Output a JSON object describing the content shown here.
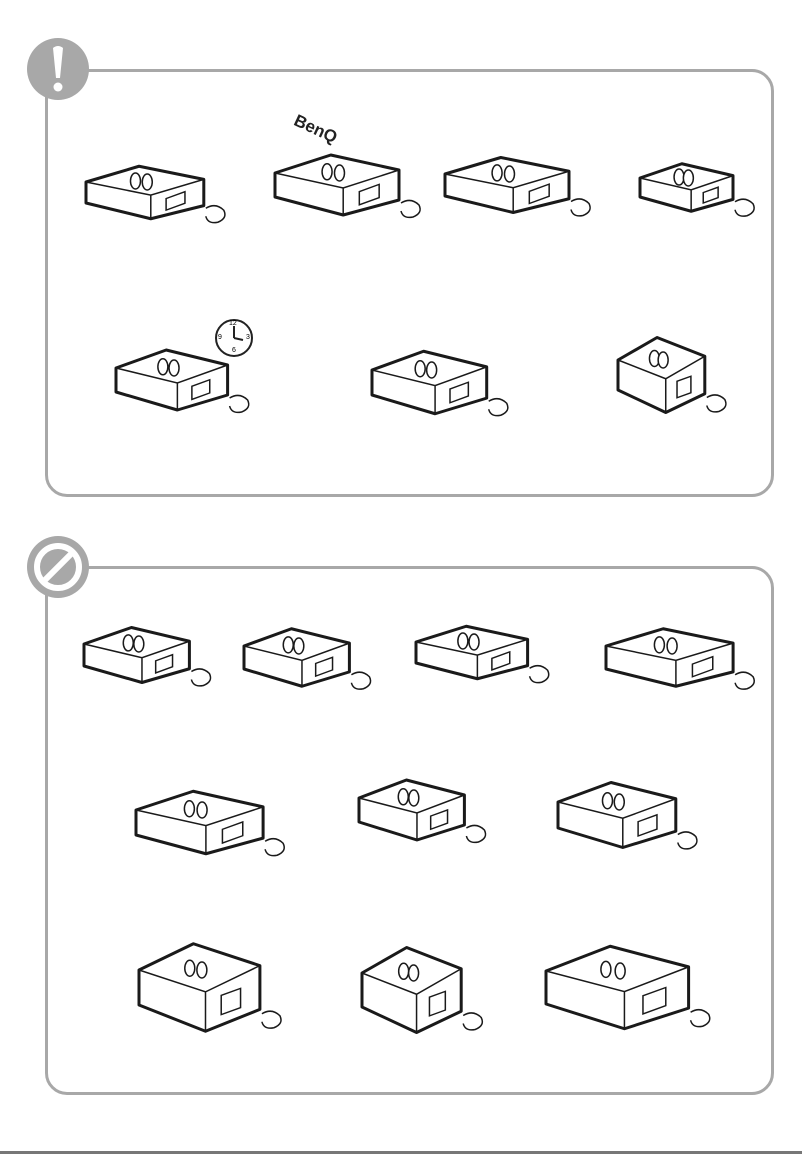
{
  "caution_section": {
    "icon": "exclamation-icon",
    "illustrations": [
      {
        "name": "read-manual",
        "label": ""
      },
      {
        "name": "use-genuine-parts",
        "cap_logo": "BenQ"
      },
      {
        "name": "place-upright"
      },
      {
        "name": "unplug-when-idle"
      },
      {
        "name": "warm-up-lamp",
        "clock_numbers": [
          "12",
          "3",
          "6",
          "9"
        ]
      },
      {
        "name": "dry-hands-plug"
      },
      {
        "name": "altitude-limit"
      }
    ]
  },
  "prohibition_section": {
    "icon": "prohibition-icon",
    "illustrations": [
      {
        "name": "no-disassembly"
      },
      {
        "name": "no-blocking-vents"
      },
      {
        "name": "no-covering"
      },
      {
        "name": "no-hot-surface-touch"
      },
      {
        "name": "no-soft-surface"
      },
      {
        "name": "no-liquids"
      },
      {
        "name": "no-stacking"
      },
      {
        "name": "no-looking-into-lens"
      },
      {
        "name": "no-enclosed-space"
      },
      {
        "name": "no-heat-sources"
      }
    ]
  }
}
